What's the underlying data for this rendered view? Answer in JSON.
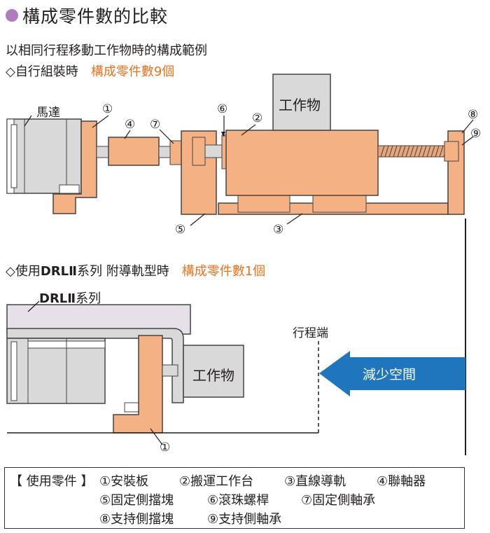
{
  "title": "構成零件數的比較",
  "subtitle": "以相同行程移動工作物時的構成範例",
  "section1": {
    "prefix": "◇自行組裝時",
    "count_label": "構成零件數9個"
  },
  "section2": {
    "prefix_a": "◇使用",
    "prefix_bold": "DRLⅡ",
    "prefix_b": "系列 附導軌型時",
    "count_label": "構成零件數1個"
  },
  "labels": {
    "motor": "馬達",
    "workpiece": "工作物",
    "drl_series_bold": "DRLⅡ",
    "drl_series_suffix": "系列",
    "stroke_end": "行程端",
    "reduce_space": "減少空間"
  },
  "part_numbers": [
    "①",
    "②",
    "③",
    "④",
    "⑤",
    "⑥",
    "⑦",
    "⑧",
    "⑨"
  ],
  "legend": {
    "header": "【 使用零件 】",
    "items": [
      "①安裝板",
      "②搬運工作台",
      "③直線導軌",
      "④聯軸器",
      "⑤固定側擋塊",
      "⑥滾珠螺桿",
      "⑦固定側軸承",
      "⑧支持側擋塊",
      "⑨支持側軸承"
    ]
  },
  "colors": {
    "title_dot": "#b17ac0",
    "accent_orange": "#e8731f",
    "part_fill": "#f4b183",
    "gray_fill": "#d9d9d9",
    "arrow_blue": "#1f76bd"
  }
}
